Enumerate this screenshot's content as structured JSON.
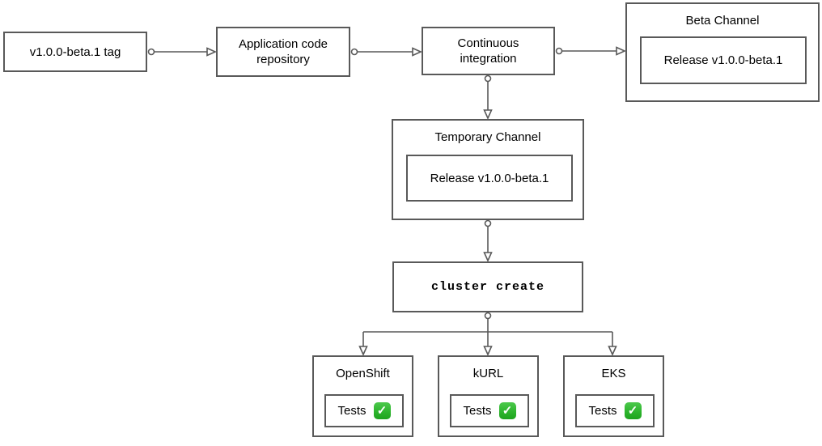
{
  "colors": {
    "stroke": "#595959",
    "text": "#000000",
    "node_fill": "#ffffff",
    "check_green_top": "#4cc94c",
    "check_green_bottom": "#1da31d",
    "check_mark_color": "#ffffff"
  },
  "nodes": {
    "tag": {
      "label": "v1.0.0-beta.1 tag"
    },
    "repo": {
      "label": "Application code\nrepository"
    },
    "ci": {
      "label": "Continuous\nintegration"
    },
    "beta_channel": {
      "title": "Beta Channel",
      "release_label": "Release v1.0.0-beta.1"
    },
    "temporary_channel": {
      "title": "Temporary Channel",
      "release_label": "Release v1.0.0-beta.1"
    },
    "cluster_create": {
      "label": "cluster create"
    },
    "openshift": {
      "title": "OpenShift",
      "tests_label": "Tests",
      "status_icon": "check-passed-icon"
    },
    "kurl": {
      "title": "kURL",
      "tests_label": "Tests",
      "status_icon": "check-passed-icon"
    },
    "eks": {
      "title": "EKS",
      "tests_label": "Tests",
      "status_icon": "check-passed-icon"
    }
  },
  "icons": {
    "check_glyph": "✓"
  },
  "edges": [
    "tag -> repo",
    "repo -> ci",
    "ci -> beta_channel",
    "ci -> temporary_channel",
    "temporary_channel -> cluster_create",
    "cluster_create -> openshift",
    "cluster_create -> kurl",
    "cluster_create -> eks"
  ]
}
